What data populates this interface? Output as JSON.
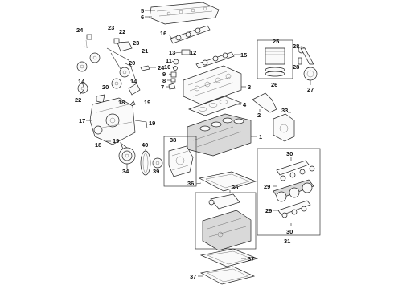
{
  "diagram": {
    "callouts": [
      "1",
      "2",
      "3",
      "4",
      "5",
      "6",
      "7",
      "8",
      "9",
      "10",
      "11",
      "12",
      "13",
      "14",
      "14",
      "15",
      "16",
      "17",
      "18",
      "19",
      "19",
      "20",
      "21",
      "22",
      "23",
      "23",
      "24",
      "24",
      "25",
      "26",
      "27",
      "28",
      "28",
      "29",
      "29",
      "30",
      "30",
      "31",
      "32",
      "33",
      "34",
      "35",
      "36",
      "37",
      "38",
      "39",
      "40"
    ]
  }
}
